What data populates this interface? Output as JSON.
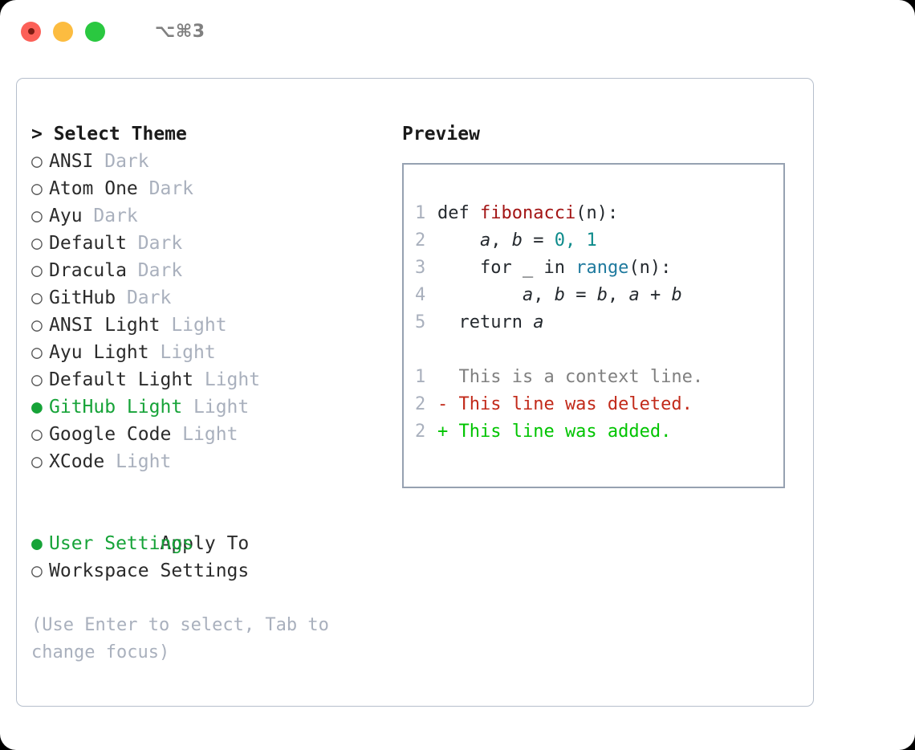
{
  "titlebar": {
    "shortcut": "⌥⌘3",
    "lights": [
      "close",
      "minimize",
      "maximize"
    ]
  },
  "theme_list": {
    "header": "> Select Theme",
    "items": [
      {
        "bullet": "○",
        "label": "ANSI",
        "suffix": "Dark",
        "selected": false
      },
      {
        "bullet": "○",
        "label": "Atom One",
        "suffix": "Dark",
        "selected": false
      },
      {
        "bullet": "○",
        "label": "Ayu",
        "suffix": "Dark",
        "selected": false
      },
      {
        "bullet": "○",
        "label": "Default",
        "suffix": "Dark",
        "selected": false
      },
      {
        "bullet": "○",
        "label": "Dracula",
        "suffix": "Dark",
        "selected": false
      },
      {
        "bullet": "○",
        "label": "GitHub",
        "suffix": "Dark",
        "selected": false
      },
      {
        "bullet": "○",
        "label": "ANSI Light",
        "suffix": "Light",
        "selected": false
      },
      {
        "bullet": "○",
        "label": "Ayu Light",
        "suffix": "Light",
        "selected": false
      },
      {
        "bullet": "○",
        "label": "Default Light",
        "suffix": "Light",
        "selected": false
      },
      {
        "bullet": "●",
        "label": "GitHub Light",
        "suffix": "Light",
        "selected": true
      },
      {
        "bullet": "○",
        "label": "Google Code",
        "suffix": "Light",
        "selected": false
      },
      {
        "bullet": "○",
        "label": "XCode",
        "suffix": "Light",
        "selected": false
      }
    ]
  },
  "apply_to": {
    "header": "Apply To",
    "items": [
      {
        "bullet": "●",
        "label": "User Settings",
        "selected": true
      },
      {
        "bullet": "○",
        "label": "Workspace Settings",
        "selected": false
      }
    ]
  },
  "hint": "(Use Enter to select, Tab to change focus)",
  "preview": {
    "title": "Preview",
    "code_lines": [
      {
        "num": "1",
        "indent": "",
        "segments": [
          {
            "text": "def ",
            "kind": "plain"
          },
          {
            "text": "fibonacci",
            "kind": "fn"
          },
          {
            "text": "(n):",
            "kind": "plain"
          }
        ]
      },
      {
        "num": "2",
        "indent": "    ",
        "segments": [
          {
            "text": "a",
            "kind": "var"
          },
          {
            "text": ", ",
            "kind": "plain"
          },
          {
            "text": "b",
            "kind": "var"
          },
          {
            "text": " = ",
            "kind": "plain"
          },
          {
            "text": "0",
            "kind": "num"
          },
          {
            "text": ", ",
            "kind": "num"
          },
          {
            "text": "1",
            "kind": "num"
          }
        ]
      },
      {
        "num": "3",
        "indent": "    ",
        "segments": [
          {
            "text": "for _ in ",
            "kind": "plain"
          },
          {
            "text": "range",
            "kind": "builtin"
          },
          {
            "text": "(n):",
            "kind": "plain"
          }
        ]
      },
      {
        "num": "4",
        "indent": "        ",
        "segments": [
          {
            "text": "a",
            "kind": "var"
          },
          {
            "text": ", ",
            "kind": "plain"
          },
          {
            "text": "b",
            "kind": "var"
          },
          {
            "text": " = ",
            "kind": "plain"
          },
          {
            "text": "b",
            "kind": "var"
          },
          {
            "text": ", ",
            "kind": "plain"
          },
          {
            "text": "a",
            "kind": "var"
          },
          {
            "text": " + ",
            "kind": "plain"
          },
          {
            "text": "b",
            "kind": "var"
          }
        ]
      },
      {
        "num": "5",
        "indent": "  ",
        "segments": [
          {
            "text": "return ",
            "kind": "plain"
          },
          {
            "text": "a",
            "kind": "var"
          }
        ]
      }
    ],
    "diff_lines": [
      {
        "num": "1",
        "marker": "  ",
        "text": "This is a context line.",
        "kind": "context"
      },
      {
        "num": "2",
        "marker": "- ",
        "text": "This line was deleted.",
        "kind": "deleted"
      },
      {
        "num": "2",
        "marker": "+ ",
        "text": "This line was added.",
        "kind": "added"
      }
    ]
  },
  "colors": {
    "accent_green": "#16a338",
    "diff_added": "#00c400",
    "diff_deleted": "#c22a1a",
    "muted": "#a9b0bd",
    "function": "#a31515",
    "number": "#0d8b8b",
    "builtin": "#1f7a9e",
    "border": "#96a1b1"
  }
}
